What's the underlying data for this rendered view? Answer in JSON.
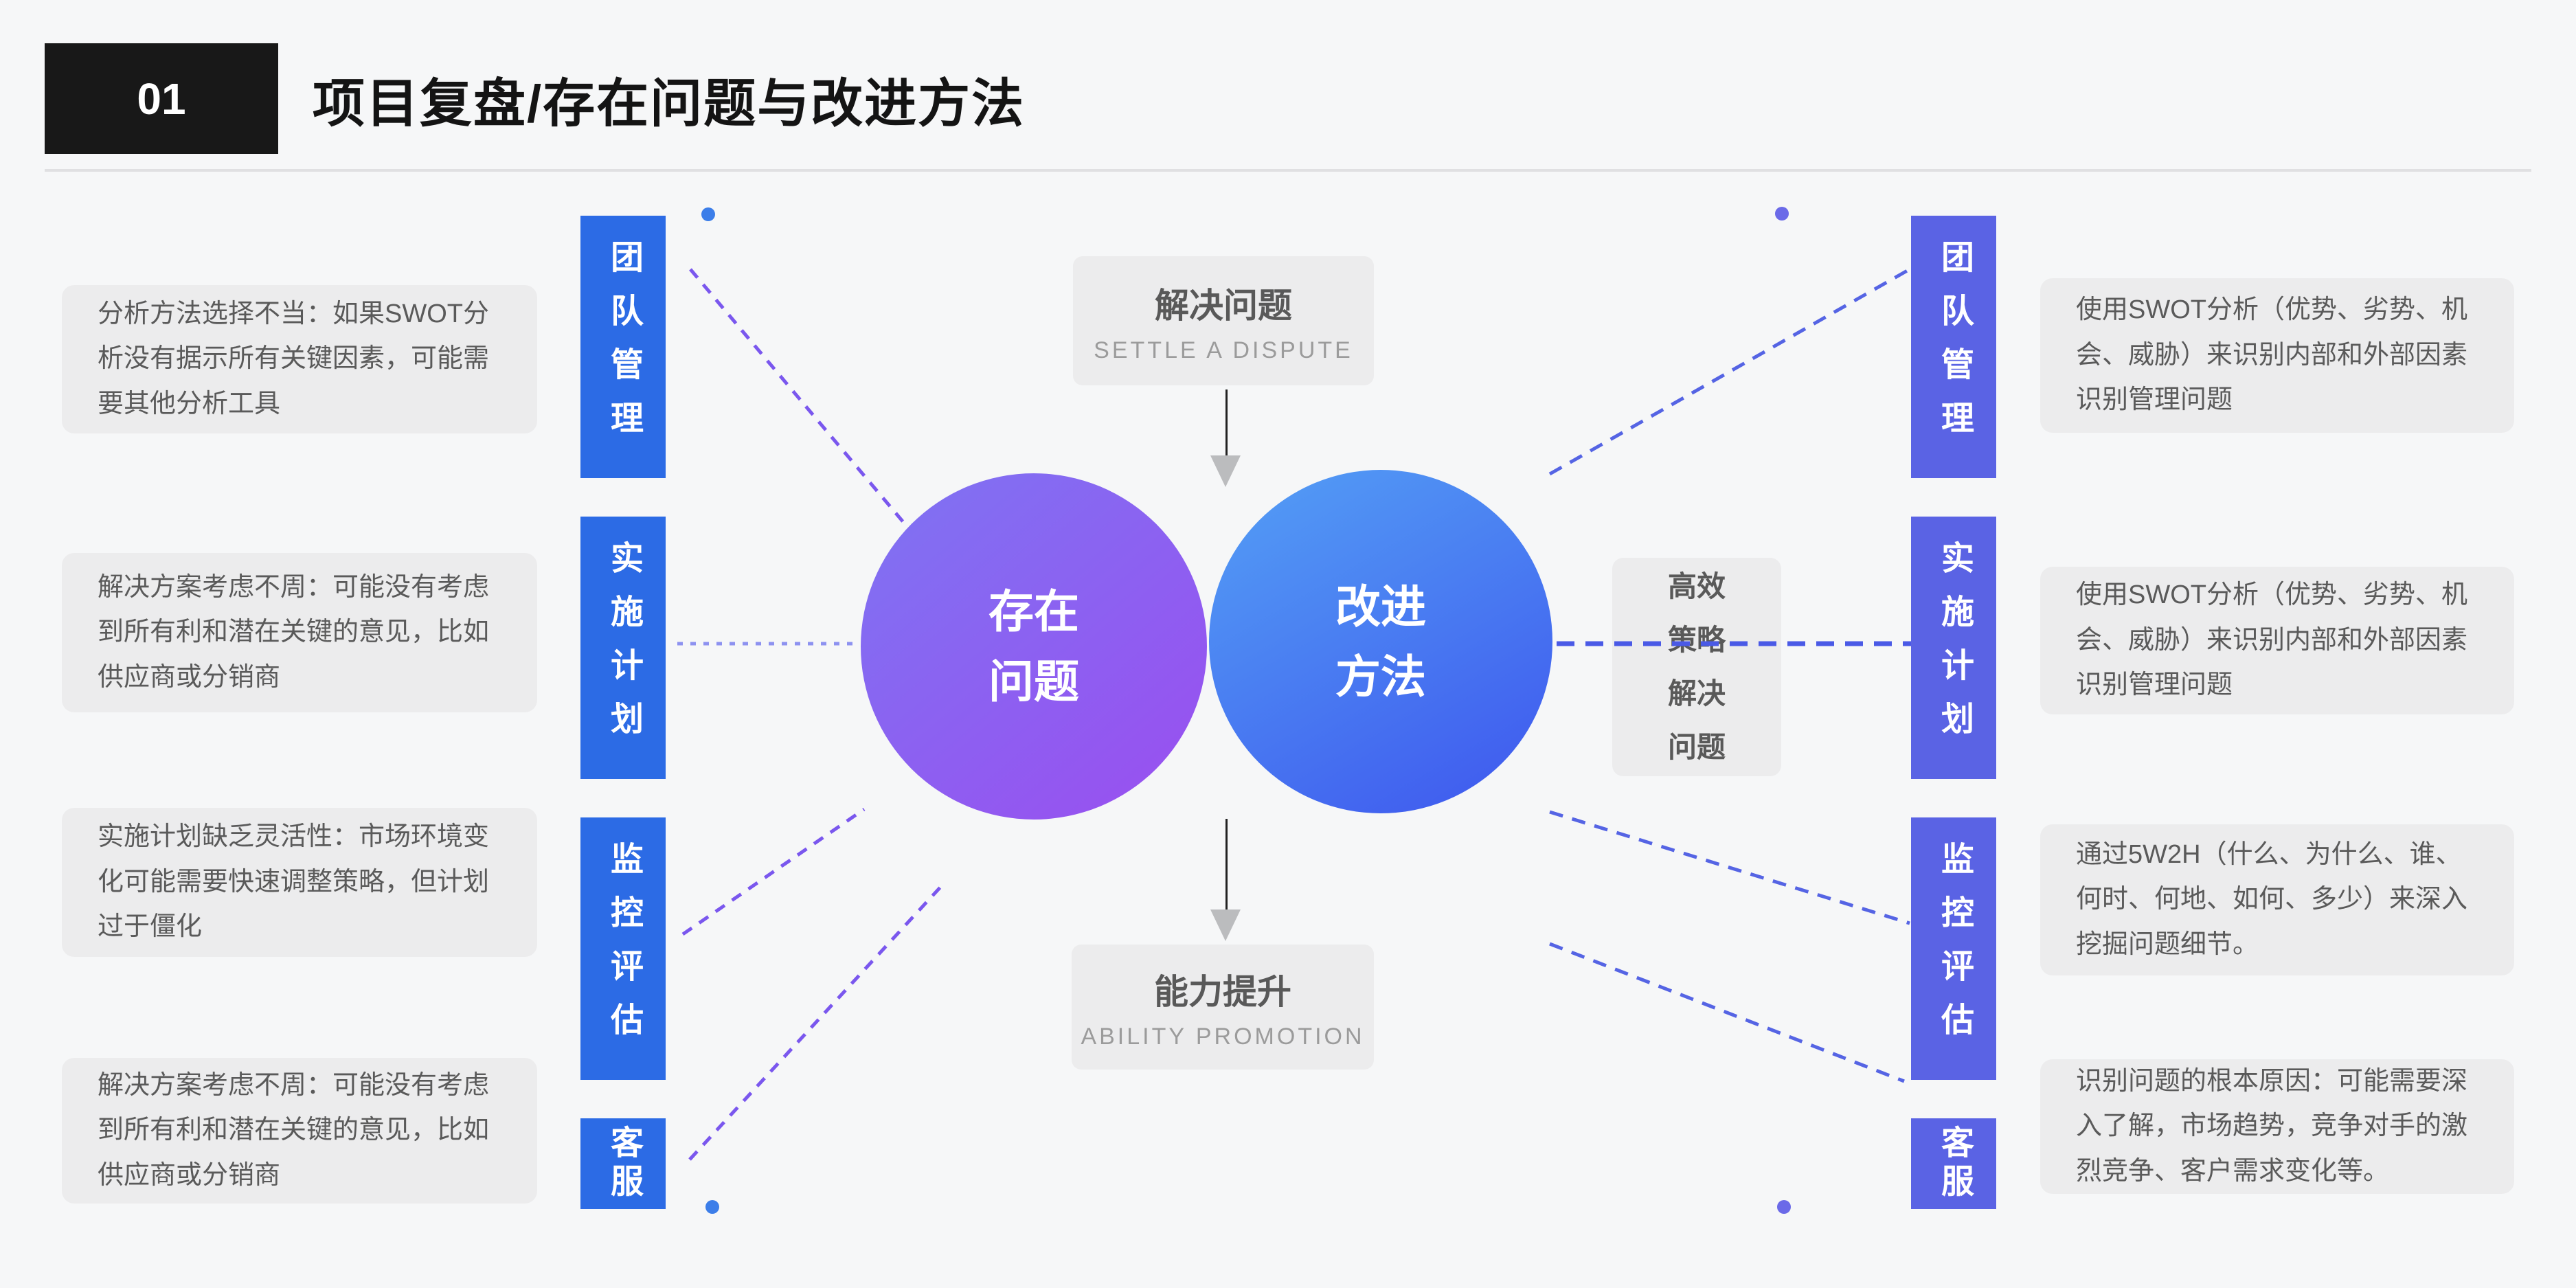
{
  "slide": {
    "badge_number": "01",
    "title": "项目复盘/存在问题与改进方法"
  },
  "left_panels": [
    "分析方法选择不当：如果SWOT分析没有据示所有关键因素，可能需要其他分析工具",
    "解决方案考虑不周：可能没有考虑到所有利和潜在关键的意见，比如供应商或分销商",
    "实施计划缺乏灵活性：市场环境变化可能需要快速调整策略，但计划过于僵化",
    "解决方案考虑不周：可能没有考虑到所有利和潜在关键的意见，比如供应商或分销商"
  ],
  "right_panels": [
    "使用SWOT分析（优势、劣势、机会、威胁）来识别内部和外部因素识别管理问题",
    "使用SWOT分析（优势、劣势、机会、威胁）来识别内部和外部因素识别管理问题",
    "通过5W2H（什么、为什么、谁、何时、何地、如何、多少）来深入挖掘问题细节。",
    "识别问题的根本原因：可能需要深入了解，市场趋势，竞争对手的激烈竞争、客户需求变化等。"
  ],
  "left_bars": [
    "团队管理",
    "实施计划",
    "监控评估",
    "客服"
  ],
  "right_bars": [
    "团队管理",
    "实施计划",
    "监控评估",
    "客服"
  ],
  "center": {
    "solve_box": {
      "title": "解决问题",
      "subtitle": "SETTLE A DISPUTE"
    },
    "problem_circle": {
      "line1": "存在",
      "line2": "问题"
    },
    "improve_circle": {
      "line1": "改进",
      "line2": "方法"
    },
    "strategy_box": {
      "line1": "高效",
      "line2": "策略",
      "line3": "解决",
      "line4": "问题"
    },
    "ability_box": {
      "title": "能力提升",
      "subtitle": "ABILITY PROMOTION"
    }
  },
  "colors": {
    "left_bar": "#2c6be5",
    "right_bar": "#5a63e4",
    "left_diag_dash": "#7a57ee",
    "left_horiz_dash": "#8d92f0",
    "right_diag_dash": "#5564e4",
    "right_horiz_dash": "#4a5ae6",
    "problem_circle_gradient_start": "#7e74f2",
    "problem_circle_gradient_end": "#9a4ef0",
    "improve_circle_gradient_start": "#54a0f5",
    "improve_circle_gradient_end": "#3e56ee",
    "panel_bg": "#ececed",
    "panel_text": "#5a5a5a",
    "dot_blue": "#3c7ee9",
    "dot_indigo": "#6b6ae8"
  }
}
